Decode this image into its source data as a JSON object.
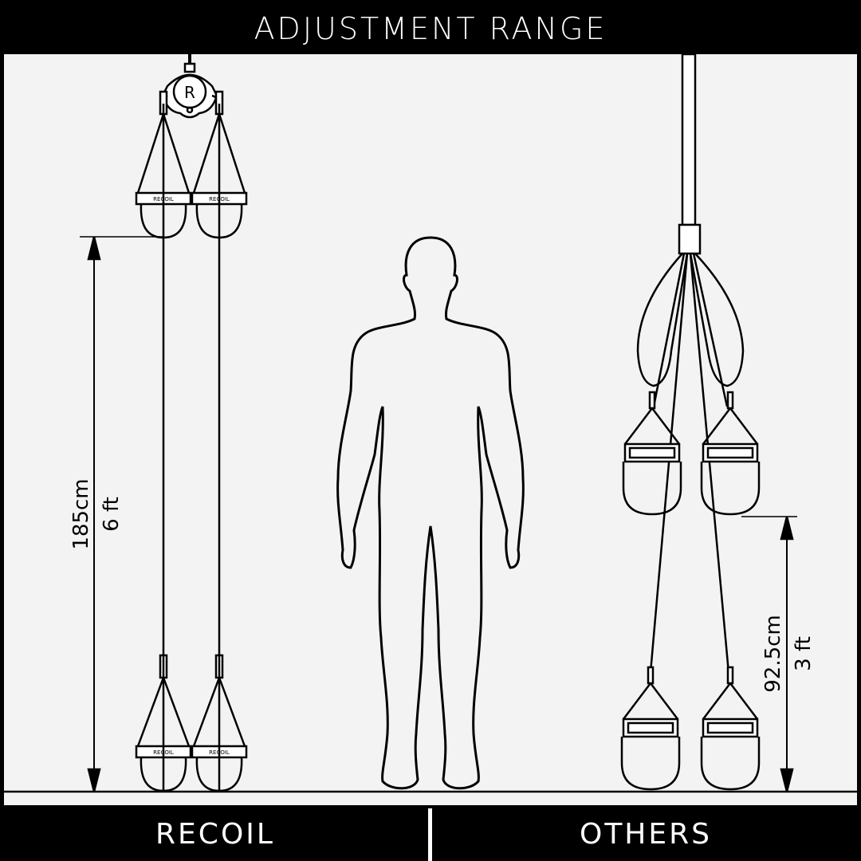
{
  "header": {
    "title": "ADJUSTMENT RANGE"
  },
  "footer": {
    "left_label": "RECOIL",
    "right_label": "OTHERS"
  },
  "recoil": {
    "handle_brand": "RECOIL",
    "logo_letter": "R",
    "height_cm": "185cm",
    "height_ft": "6 ft"
  },
  "others": {
    "height_cm": "92.5cm",
    "height_ft": "3 ft"
  },
  "colors": {
    "line": "#000000",
    "background": "#f3f3f3",
    "bar": "#000000"
  }
}
